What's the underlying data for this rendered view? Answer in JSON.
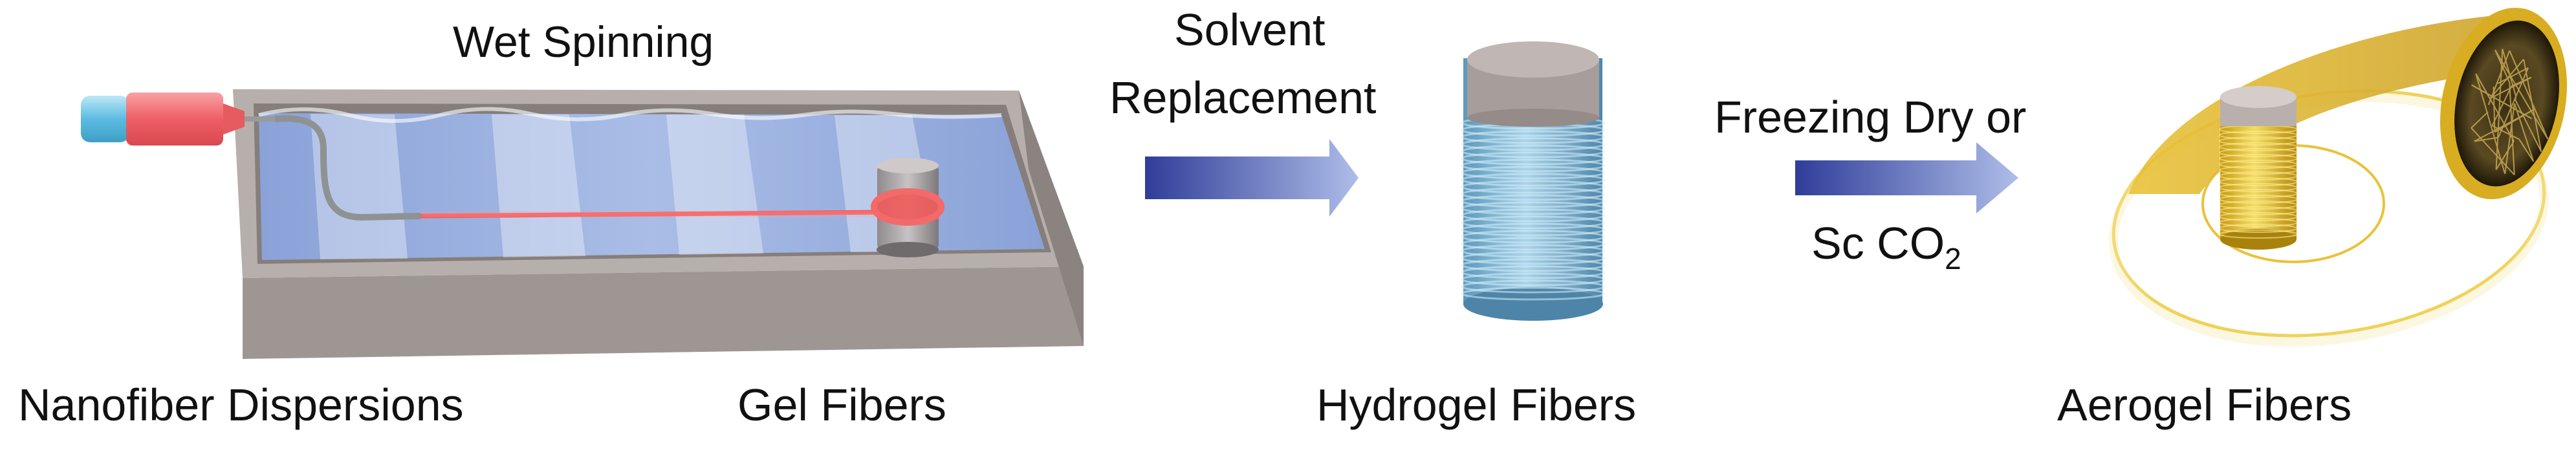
{
  "title": "Wet Spinning",
  "labels": {
    "nanofiber": "Nanofiber Dispersions",
    "gel": "Gel Fibers",
    "hydrogel": "Hydrogel Fibers",
    "aerogel": "Aerogel Fibers"
  },
  "steps": {
    "solvent_line1": "Solvent",
    "solvent_line2": "Replacement",
    "freezing_line1": "Freezing Dry or",
    "freezing_line2_main": "Sc CO",
    "freezing_line2_sub": "2"
  },
  "colors": {
    "box_top": "#b4aca9",
    "box_front": "#9c9490",
    "box_right": "#857d7a",
    "water": "#9fb6e2",
    "fiber": "#f15a5a",
    "syringe_red": "#f26a6e",
    "syringe_cyan": "#6fc7e4",
    "arrow": "#2f3d99",
    "hydrogel_fiber": "#7cb6d6",
    "aerogel_gold": "#e8c22a",
    "spool_cap": "#b5aba7"
  },
  "icons": [
    "syringe-icon",
    "spool-icon",
    "arrow-icon",
    "bobbin-icon",
    "fiber-cross-section-icon"
  ]
}
